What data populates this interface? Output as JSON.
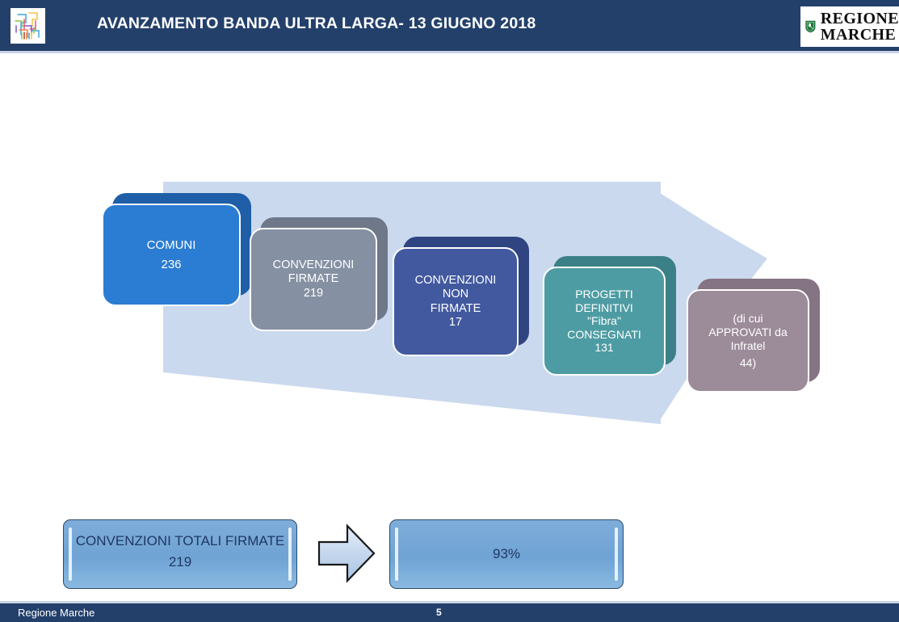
{
  "header": {
    "title": "AVANZAMENTO BANDA ULTRA LARGA- 13 GIUGNO 2018",
    "bar_color": "#23406B",
    "left_logo_name": "network-lines-logo",
    "right_logo": {
      "line1": "REGIONE",
      "line2": "MARCHE",
      "shield_color": "#1E7A3C"
    }
  },
  "process": {
    "arrow_color": "#CBD9EE",
    "steps": [
      {
        "id": "comuni",
        "label_lines": [
          "COMUNI"
        ],
        "value": "236",
        "color": "#2B7CD3",
        "shadow_color": "#1F5FA8"
      },
      {
        "id": "convenzioni-firmate",
        "label_lines": [
          "CONVENZIONI",
          "FIRMATE"
        ],
        "value": "219",
        "color": "#8690A3",
        "shadow_color": "#6E7889"
      },
      {
        "id": "convenzioni-non-firmate",
        "label_lines": [
          "CONVENZIONI",
          "NON",
          "FIRMATE"
        ],
        "value": "17",
        "color": "#42599F",
        "shadow_color": "#2F4480"
      },
      {
        "id": "progetti-definitivi-fibra-consegnati",
        "label_lines": [
          "PROGETTI",
          "DEFINITIVI",
          "\"Fibra\"",
          "CONSEGNATI"
        ],
        "value": "131",
        "color": "#4E9CA3",
        "shadow_color": "#3C8087"
      },
      {
        "id": "approvati-infratel",
        "label_lines": [
          "(di cui",
          "APPROVATI da",
          "Infratel"
        ],
        "value": "44)",
        "color": "#9C8B99",
        "shadow_color": "#857483"
      }
    ]
  },
  "summary": {
    "left_box": {
      "label": "CONVENZIONI TOTALI FIRMATE",
      "value": "219"
    },
    "arrow_name": "right-arrow-icon",
    "right_box": {
      "value": "93%"
    },
    "box_fill": "#7FADDA",
    "text_color": "#1F3864"
  },
  "footer": {
    "text": "Regione Marche",
    "page_number": "5",
    "bar_color": "#23406B"
  }
}
